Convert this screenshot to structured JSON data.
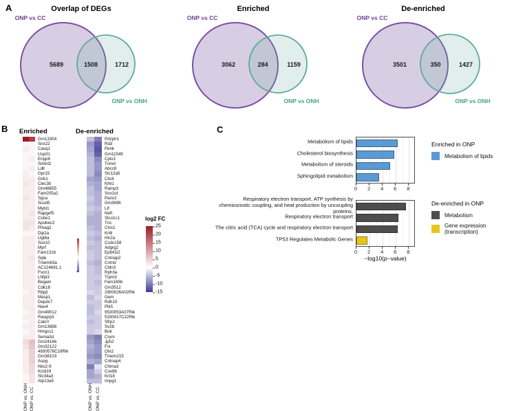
{
  "figure": {
    "panel_labels": {
      "a": "A",
      "b": "B",
      "c": "C"
    }
  },
  "colorbar": {
    "title": "log2 FC",
    "ticks": [
      "25",
      "20",
      "15",
      "10",
      "5",
      "0",
      "-5",
      "-10",
      "-15"
    ]
  },
  "chart_data": [
    {
      "type": "venn",
      "set1_label": "ONP vs CC",
      "set2_label": "ONP vs ONH",
      "set1_color": "#7a4fa3",
      "set2_color": "#5aab9c",
      "diagrams": [
        {
          "title": "Overlap of DEGs",
          "set1_only": "5689",
          "overlap": "1508",
          "set2_only": "1712"
        },
        {
          "title": "Enriched",
          "set1_only": "3062",
          "overlap": "284",
          "set2_only": "1159"
        },
        {
          "title": "De-enriched",
          "set1_only": "3501",
          "overlap": "350",
          "set2_only": "1427"
        }
      ]
    },
    {
      "type": "heatmap",
      "title": "Enriched",
      "columns": [
        "ONP vs. ONH",
        "ONP vs. CC"
      ],
      "colorscale": {
        "max": 25,
        "min": -15,
        "pos_color": "#9e1b23",
        "neg_color": "#3f3d94",
        "zero_color": "#ffffff"
      },
      "genes": [
        "Gm13304",
        "Snx22",
        "Casq1",
        "Usp31",
        "Enpp6",
        "Smtnl2",
        "Ldlr",
        "Gpr15",
        "Grik1",
        "Clec3b",
        "Gm48855",
        "Fam205a1",
        "Sgca",
        "Susd5",
        "Mybl1",
        "Rapgef5",
        "Ccbe1",
        "Apobec2",
        "Prkag2",
        "Dip2a",
        "Ugt8a",
        "Sox10",
        "Myrf",
        "Fam131b",
        "Sqle",
        "Tmem63a",
        "AC124681.1",
        "Fscn1",
        "Lhfpl3",
        "Begain",
        "Cdk18",
        "Rbpjl",
        "Masp1",
        "Depdc7",
        "Neu4",
        "Gm49012",
        "Rasgrp3",
        "Calcrl",
        "Gm13688",
        "Hmgcs1",
        "Sema3d",
        "Gm24166",
        "Gm32122",
        "4930578C19Rik",
        "Gm38103",
        "Aspg",
        "Nkx2-9",
        "Kctd19",
        "Slc34a3",
        "Atp13a5"
      ],
      "values": [
        [
          25,
          21
        ],
        [
          1,
          1
        ],
        [
          2,
          1
        ],
        [
          1,
          1
        ],
        [
          1,
          2
        ],
        [
          1,
          1
        ],
        [
          1,
          2
        ],
        [
          2,
          1
        ],
        [
          2,
          2
        ],
        [
          3,
          2
        ],
        [
          2,
          2
        ],
        [
          2,
          2
        ],
        [
          3,
          2
        ],
        [
          2,
          2
        ],
        [
          2,
          2
        ],
        [
          2,
          3
        ],
        [
          2,
          2
        ],
        [
          3,
          3
        ],
        [
          3,
          2
        ],
        [
          1,
          1
        ],
        [
          2,
          2
        ],
        [
          2,
          2
        ],
        [
          2,
          2
        ],
        [
          2,
          2
        ],
        [
          2,
          3
        ],
        [
          2,
          2
        ],
        [
          2,
          2
        ],
        [
          2,
          2
        ],
        [
          2,
          2
        ],
        [
          2,
          2
        ],
        [
          2,
          2
        ],
        [
          1,
          2
        ],
        [
          2,
          2
        ],
        [
          2,
          2
        ],
        [
          2,
          2
        ],
        [
          1,
          2
        ],
        [
          2,
          2
        ],
        [
          1,
          2
        ],
        [
          2,
          2
        ],
        [
          1,
          2
        ],
        [
          2,
          2
        ],
        [
          4,
          7
        ],
        [
          3,
          6
        ],
        [
          2,
          5
        ],
        [
          2,
          5
        ],
        [
          2,
          5
        ],
        [
          2,
          4
        ],
        [
          2,
          4
        ],
        [
          1,
          3
        ],
        [
          1,
          3
        ]
      ]
    },
    {
      "type": "heatmap",
      "title": "De-enriched",
      "columns": [
        "ONP vs. ONH",
        "ONP vs. CC"
      ],
      "colorscale": {
        "max": 25,
        "min": -15,
        "pos_color": "#9e1b23",
        "neg_color": "#3f3d94",
        "zero_color": "#ffffff"
      },
      "genes": [
        "Pdzph1",
        "Rd3",
        "Penk",
        "Gm11549",
        "Cplx3",
        "Tnmd",
        "Abcc8",
        "Slc12a5",
        "Clic6",
        "Klhl1",
        "Ramp3",
        "Sox1ot",
        "Panx2",
        "Gm3696",
        "Lif",
        "Nefl",
        "Slco1c1",
        "Tnc",
        "Clvs1",
        "Krt8",
        "Htr2a",
        "Ccdc158",
        "Adgrg2",
        "Epb41l2",
        "Cntnap2",
        "Cnmd",
        "Cldn3",
        "Rph3a",
        "Trpm3",
        "Fam169b",
        "Gm3512",
        "2900026A02Rik",
        "Gem",
        "Rdh10",
        "Plk5",
        "9530053A07Rik",
        "5330417C22Rik",
        "Sfrp2",
        "Sv2b",
        "Bok",
        "Crym",
        "Jph2",
        "Fst",
        "Otx2",
        "Tmem215",
        "Cntnap4",
        "Chrna3",
        "Cox8b",
        "Krt18",
        "Impg1"
      ],
      "values": [
        [
          -5,
          -10
        ],
        [
          -8,
          -12
        ],
        [
          -7,
          -13
        ],
        [
          -6,
          -12
        ],
        [
          -5,
          -9
        ],
        [
          -5,
          -8
        ],
        [
          -5,
          -8
        ],
        [
          -5,
          -9
        ],
        [
          -7,
          -8
        ],
        [
          -6,
          -7
        ],
        [
          -5,
          -7
        ],
        [
          -5,
          -6
        ],
        [
          -4,
          -6
        ],
        [
          -5,
          -6
        ],
        [
          -4,
          -5
        ],
        [
          -5,
          -6
        ],
        [
          -6,
          -6
        ],
        [
          -6,
          -6
        ],
        [
          -5,
          -6
        ],
        [
          -4,
          -5
        ],
        [
          -5,
          -6
        ],
        [
          -4,
          -5
        ],
        [
          -5,
          -5
        ],
        [
          -4,
          -5
        ],
        [
          -4,
          -5
        ],
        [
          -5,
          -6
        ],
        [
          -4,
          -5
        ],
        [
          -4,
          -5
        ],
        [
          -4,
          -4
        ],
        [
          -4,
          -5
        ],
        [
          -4,
          -4
        ],
        [
          -3,
          -4
        ],
        [
          -5,
          -3
        ],
        [
          -4,
          -4
        ],
        [
          -5,
          -4
        ],
        [
          -5,
          -3
        ],
        [
          -4,
          -4
        ],
        [
          -5,
          -4
        ],
        [
          -4,
          -4
        ],
        [
          -4,
          -3
        ],
        [
          -8,
          -10
        ],
        [
          -7,
          -9
        ],
        [
          -6,
          -8
        ],
        [
          -7,
          -8
        ],
        [
          -8,
          -9
        ],
        [
          -6,
          -7
        ],
        [
          -10,
          -2
        ],
        [
          -7,
          -4
        ],
        [
          -7,
          -6
        ],
        [
          -5,
          -5
        ]
      ]
    },
    {
      "type": "bar",
      "legend_title": "Enriched in ONP",
      "categories": [
        "Metabolism of lipids",
        "Cholesterol biosynthesis",
        "Metabolism of steroids",
        "Sphingolipid metabolism"
      ],
      "values": [
        6.3,
        5.8,
        5.1,
        3.5
      ],
      "bar_colors": [
        "#5b9bd5",
        "#5b9bd5",
        "#5b9bd5",
        "#5b9bd5"
      ],
      "xticks": [
        0,
        2,
        4,
        6,
        8
      ],
      "xlim": [
        0,
        8.8
      ],
      "xlabel": "",
      "grid": true,
      "legend": [
        {
          "label": "Metabolism of lipids",
          "color": "#5b9bd5"
        }
      ]
    },
    {
      "type": "bar",
      "legend_title": "De-enriched in ONP",
      "categories": [
        "Respiratory electron transport, ATP synthesis by chemiosmotic coupling, and heat production by uncoupling proteins.",
        "Respiratory electron transport",
        "The citric acid (TCA) cycle and respiratory electron transport",
        "TP53 Regulates Metabolic Genes"
      ],
      "values": [
        7.5,
        6.4,
        6.3,
        1.7
      ],
      "bar_colors": [
        "#4d4d4d",
        "#4d4d4d",
        "#4d4d4d",
        "#e6c51e"
      ],
      "xticks": [
        0,
        2,
        4,
        6,
        8
      ],
      "xlim": [
        0,
        8.8
      ],
      "xlabel": "−log10(p−value)",
      "grid": true,
      "legend": [
        {
          "label": "Metabolism",
          "color": "#4d4d4d"
        },
        {
          "label": "Gene expression (transcription)",
          "color": "#e6c51e"
        }
      ]
    }
  ]
}
